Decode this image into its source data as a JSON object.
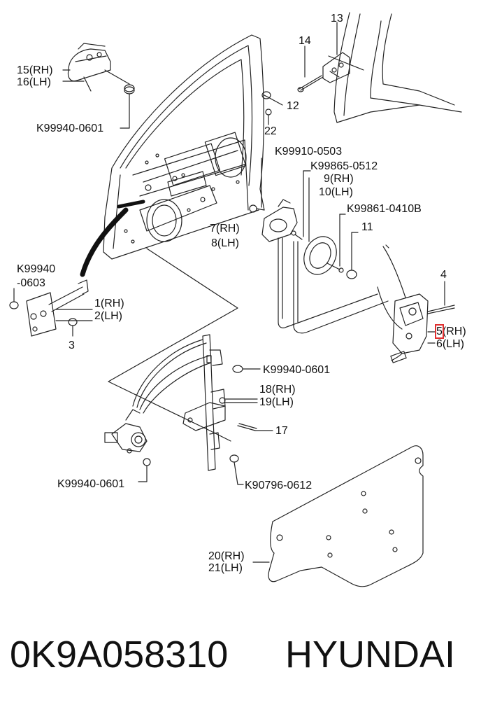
{
  "callouts": {
    "c13": "13",
    "c14": "14",
    "c15": "15(RH)",
    "c16": "16(LH)",
    "c12": "12",
    "c22": "22",
    "k0601a": "K99940-0601",
    "k0503": "K99910-0503",
    "k0512": "K99865-0512",
    "c9": "9(RH)",
    "c10": "10(LH)",
    "k0410": "K99861-0410B",
    "c7": "7(RH)",
    "c8": "8(LH)",
    "c11": "11",
    "k0603a": "K99940",
    "k0603b": "-0603",
    "c1": "1(RH)",
    "c2": "2(LH)",
    "c3": "3",
    "c4": "4",
    "c5num": "5",
    "c5rh": "(RH)",
    "c6": "6(LH)",
    "k0601b": "K99940-0601",
    "c18": "18(RH)",
    "c19": "19(LH)",
    "c17": "17",
    "k0601c": "K99940-0601",
    "k0612": "K90796-0612",
    "c20": "20(RH)",
    "c21": "21(LH)"
  },
  "footer": {
    "part_number": "0K9A058310",
    "brand": "HYUNDAI"
  },
  "colors": {
    "line": "#222222",
    "highlight": "#e03030",
    "background": "#ffffff"
  }
}
